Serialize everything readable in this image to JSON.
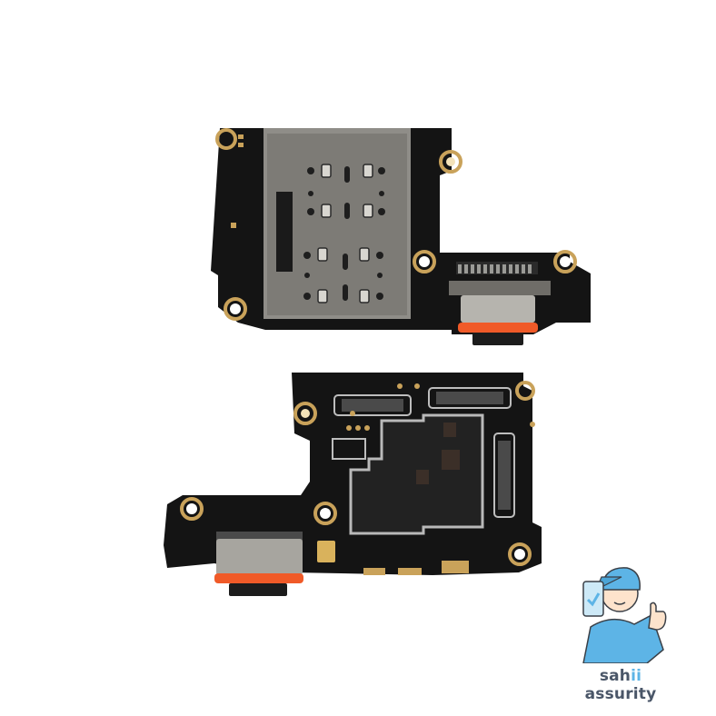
{
  "image": {
    "subject": "Phone charging port board with SIM tray reader (front and back views)",
    "background": "#ffffff"
  },
  "boards": [
    {
      "view": "front",
      "features": [
        "sim-card-reader",
        "usb-c-port",
        "mounting-holes"
      ]
    },
    {
      "view": "back",
      "features": [
        "board-to-board-connectors",
        "rf-shield",
        "usb-c-port",
        "microphone",
        "mounting-holes"
      ]
    }
  ],
  "colors": {
    "pcb": "#141414",
    "gold": "#c9a25a",
    "metal": "#8f8d88",
    "usb_orange": "#f05a28",
    "mascot_blue": "#5db4e6",
    "brand_text": "#4a5668"
  },
  "watermark": {
    "brand_part1": "sah",
    "brand_highlight": "ii",
    "brand_part2": " assurity",
    "icon": "mascot-with-phone-checkmark-thumbs-up"
  }
}
